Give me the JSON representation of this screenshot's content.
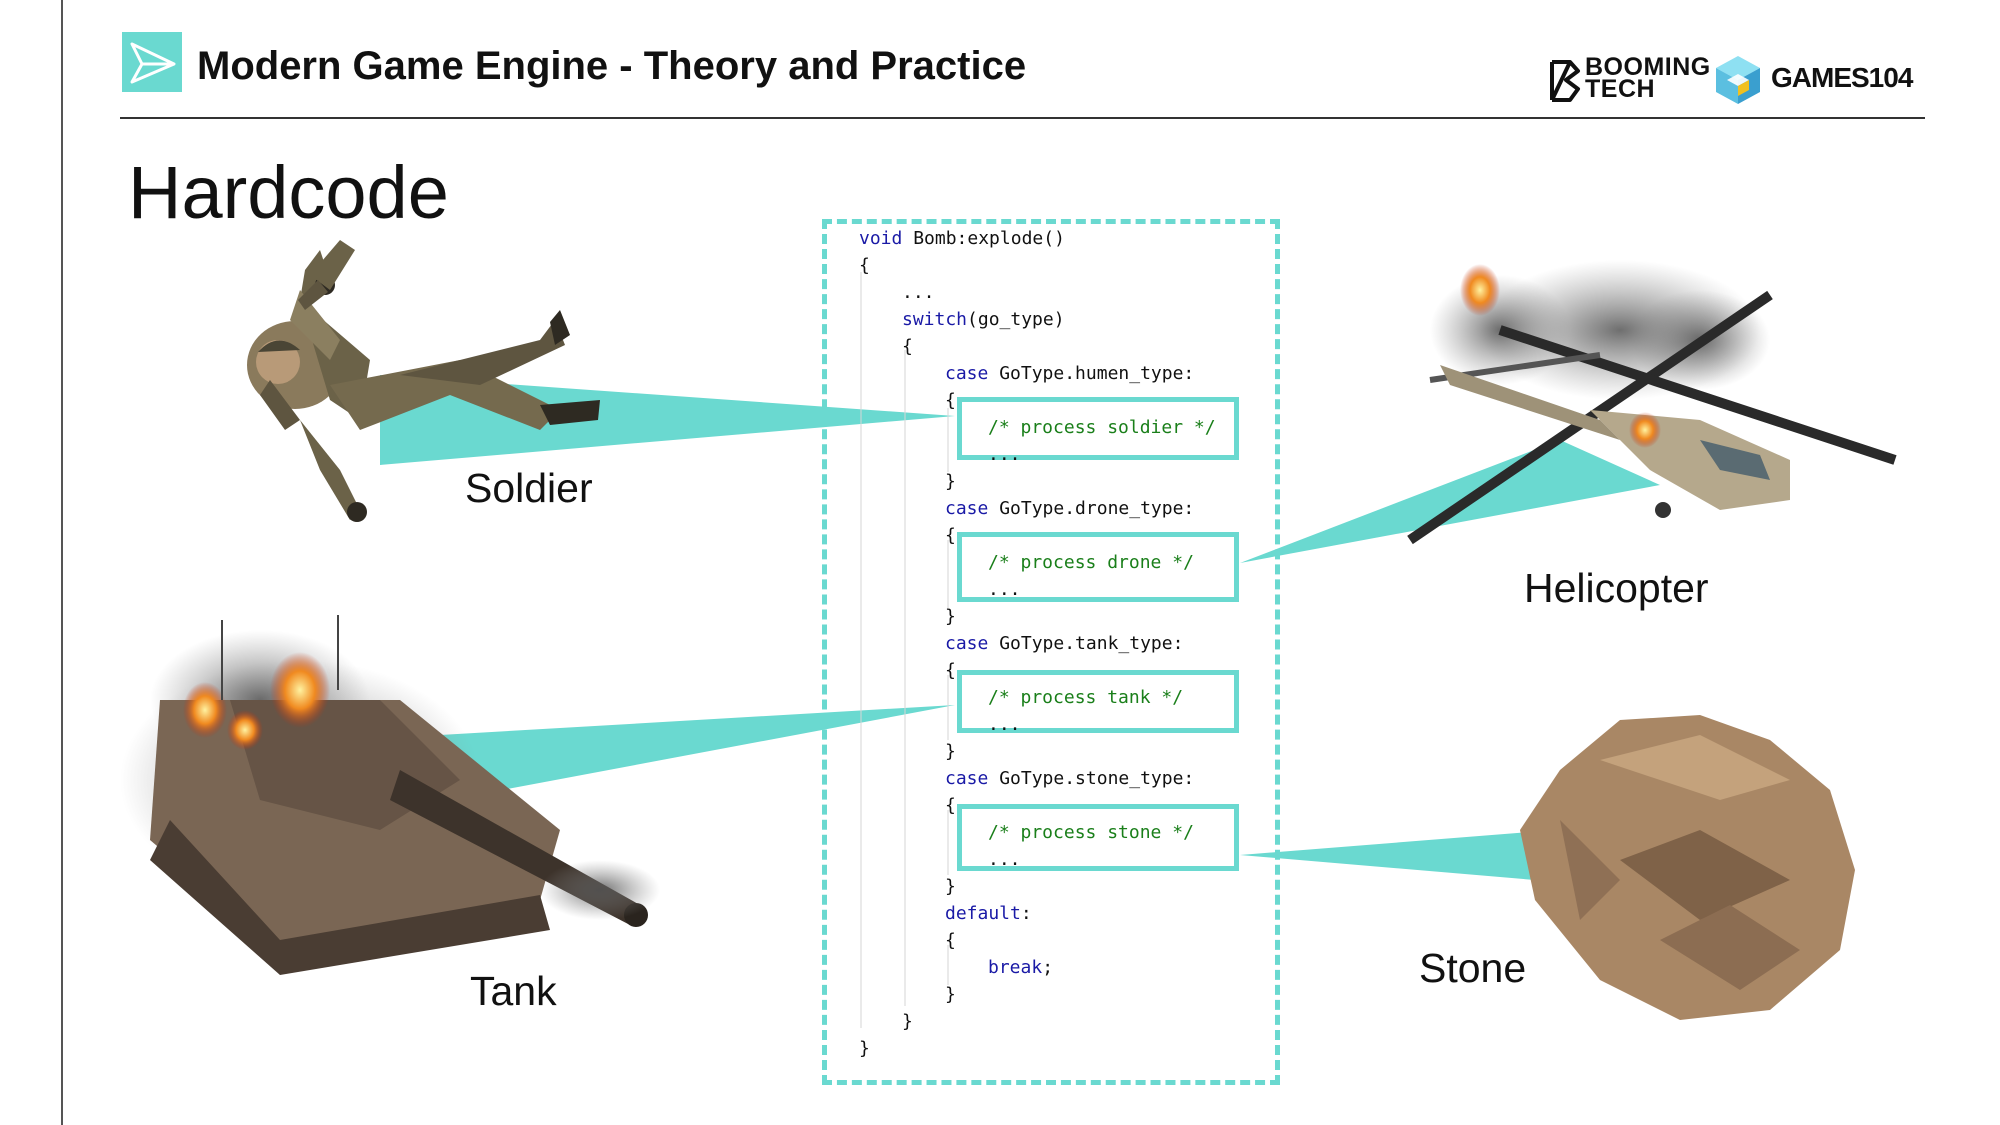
{
  "header": {
    "title": "Modern Game Engine - Theory and Practice",
    "brand_booming": "BOOMING\nTECH",
    "brand_games": "GAMES104"
  },
  "slide": {
    "title": "Hardcode"
  },
  "objects": {
    "soldier": "Soldier",
    "tank": "Tank",
    "helicopter": "Helicopter",
    "stone": "Stone"
  },
  "code": {
    "line_signature_kw": "void",
    "line_signature_rest": " Bomb:explode()",
    "open_brace": "{",
    "close_brace": "}",
    "ellipsis": "...",
    "switch_kw": "switch",
    "switch_rest": "(go_type)",
    "case_kw": "case",
    "case_humen": " GoType.humen_type:",
    "case_drone": " GoType.drone_type:",
    "case_tank": " GoType.tank_type:",
    "case_stone": " GoType.stone_type:",
    "comment_soldier": "/* process soldier */",
    "comment_drone": "/* process drone */",
    "comment_tank": "/* process tank */",
    "comment_stone": "/* process stone */",
    "default_kw": "default",
    "default_colon": ":",
    "break_kw": "break",
    "semicolon": ";"
  },
  "colors": {
    "accent": "#6ad9d0",
    "keyword": "#1a1aa6",
    "comment": "#1a7f1a"
  }
}
